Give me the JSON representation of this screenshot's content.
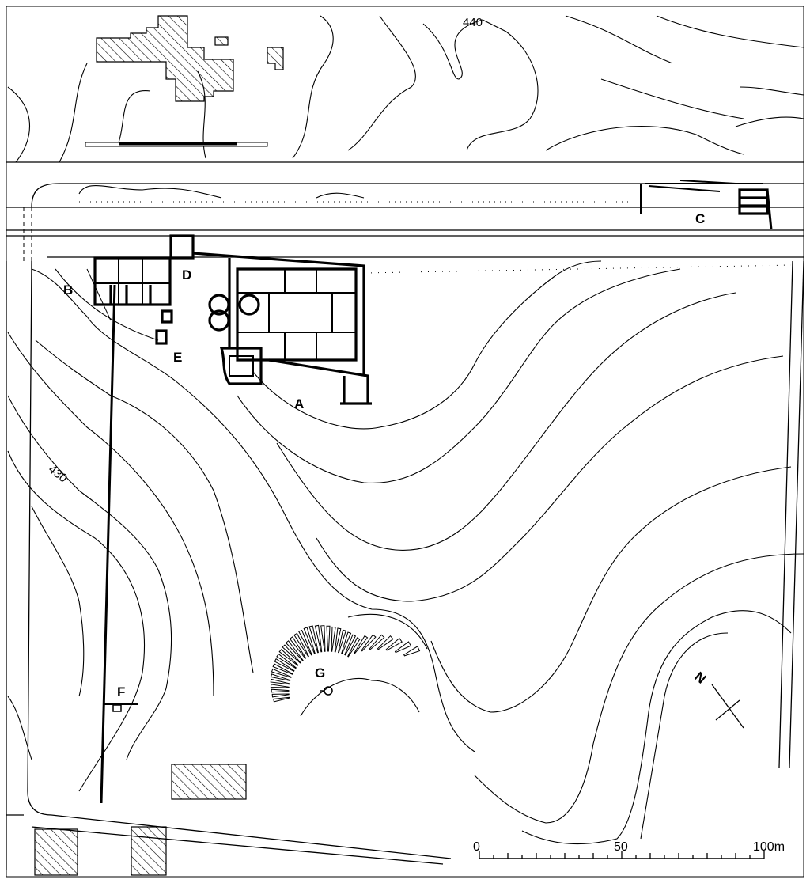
{
  "labels": {
    "A": "A",
    "B": "B",
    "C": "C",
    "D": "D",
    "E": "E",
    "F": "F",
    "G": "G"
  },
  "contours": {
    "c440": "440",
    "c430": "430"
  },
  "north": "N",
  "scale": {
    "ticks": [
      "0",
      "50",
      "100m"
    ]
  }
}
